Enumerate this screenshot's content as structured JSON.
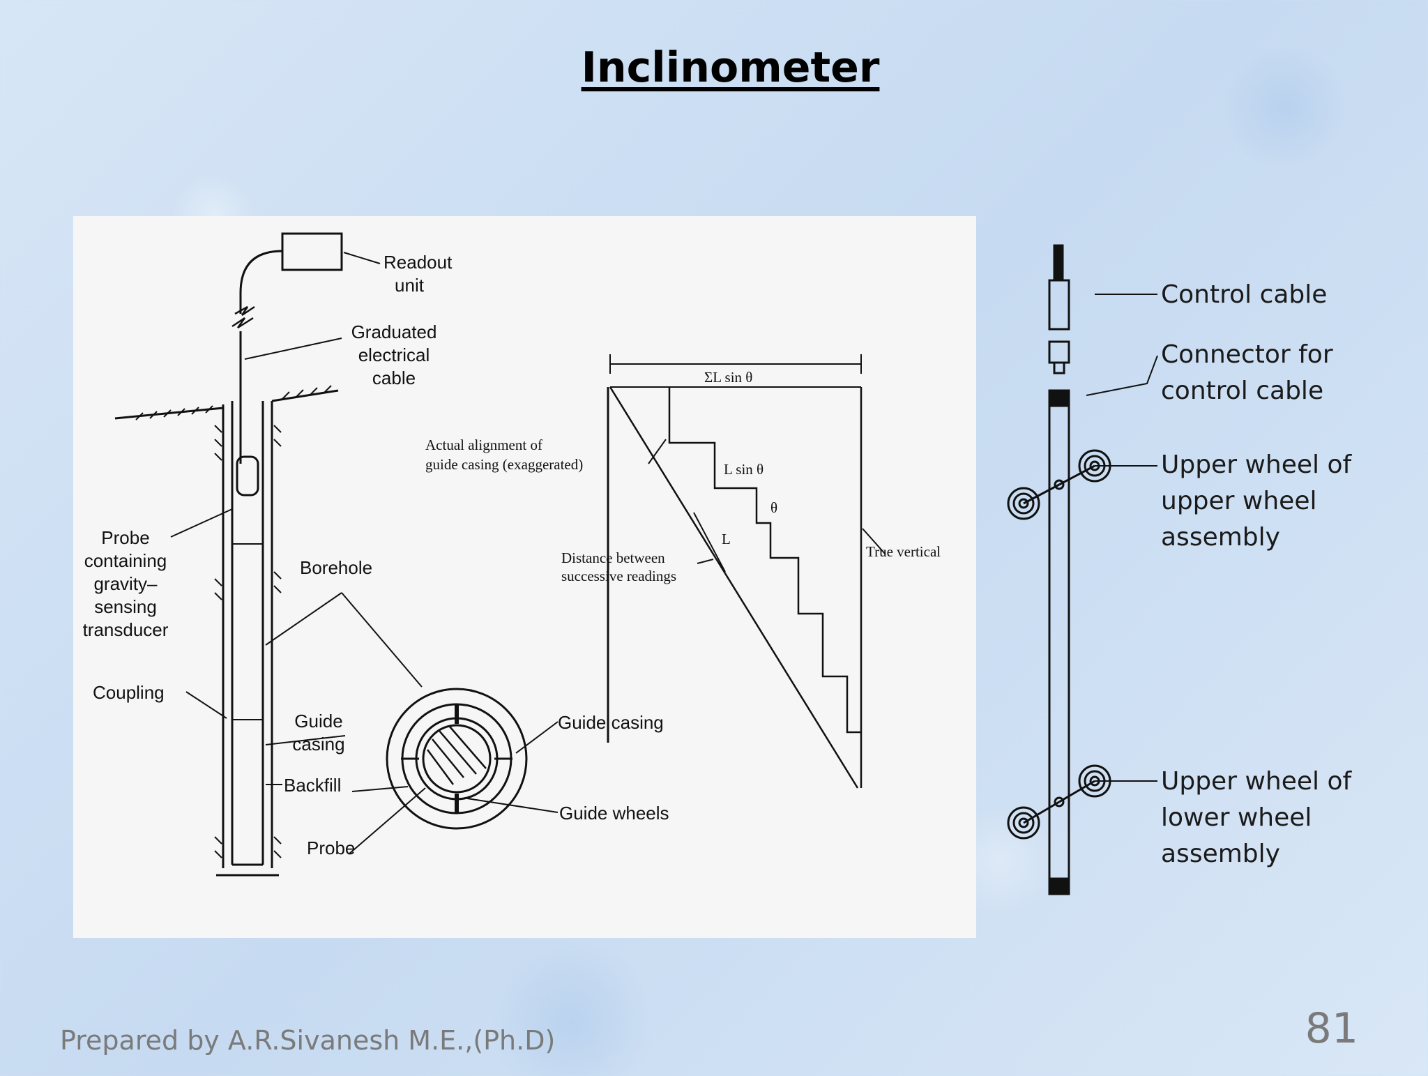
{
  "title": "Inclinometer",
  "left_diagram": {
    "readout_unit": [
      "Readout",
      "unit"
    ],
    "graduated_cable": [
      "Graduated",
      "electrical",
      "cable"
    ],
    "probe_label": [
      "Probe",
      "containing",
      "gravity–",
      "sensing",
      "transducer"
    ],
    "borehole": "Borehole",
    "coupling": "Coupling",
    "guide_casing_left": [
      "Guide",
      "casing"
    ],
    "backfill": "Backfill",
    "probe": "Probe",
    "guide_casing_right": "Guide casing",
    "guide_wheels": "Guide wheels",
    "actual_alignment": [
      "Actual alignment of",
      "guide casing (exaggerated)"
    ],
    "sum_l_sin": "ΣL sin θ",
    "l_sin": "L sin θ",
    "theta": "θ",
    "l": "L",
    "distance": [
      "Distance between",
      "successive readings"
    ],
    "true_vertical": "True vertical"
  },
  "right_diagram": {
    "control_cable": "Control cable",
    "connector": [
      "Connector for",
      "control cable"
    ],
    "upper_wheel_upper": [
      "Upper wheel of",
      "upper wheel",
      "assembly"
    ],
    "upper_wheel_lower": [
      "Upper wheel of",
      "lower wheel",
      "assembly"
    ]
  },
  "footer": "Prepared by A.R.Sivanesh M.E.,(Ph.D)",
  "page_number": "81"
}
